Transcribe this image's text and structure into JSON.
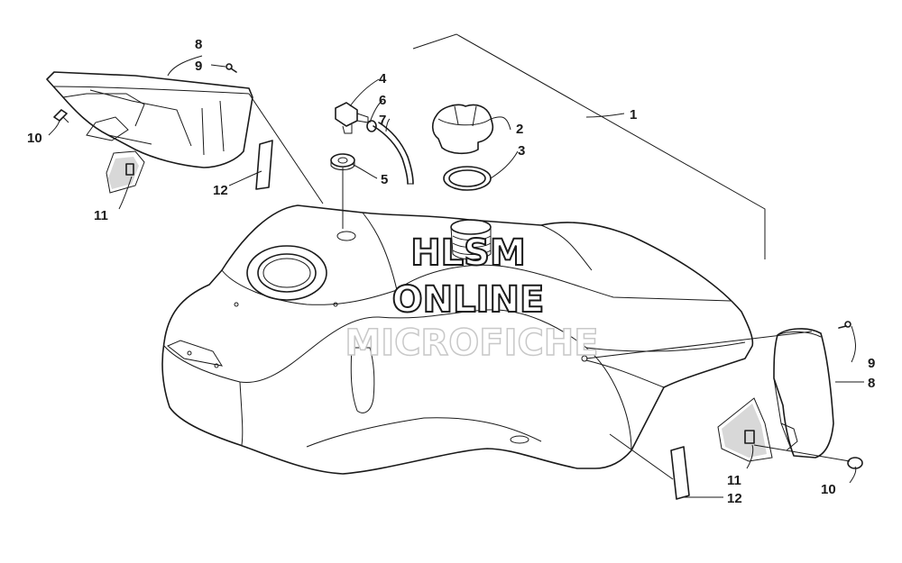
{
  "watermark": {
    "line1": "HLSM",
    "line2": "ONLINE",
    "line3": "MICROFICHE"
  },
  "callouts": {
    "c1": "1",
    "c2": "2",
    "c3": "3",
    "c4": "4",
    "c5": "5",
    "c6": "6",
    "c7": "7",
    "c8_left": "8",
    "c9_left": "9",
    "c10_left": "10",
    "c11_left": "11",
    "c12_left": "12",
    "c8_right": "8",
    "c9_right": "9",
    "c10_right": "10",
    "c11_right": "11",
    "c12_right": "12"
  },
  "colors": {
    "ink": "#1a1a1a",
    "background": "#ffffff",
    "watermark_light": "#c8c8c8"
  }
}
